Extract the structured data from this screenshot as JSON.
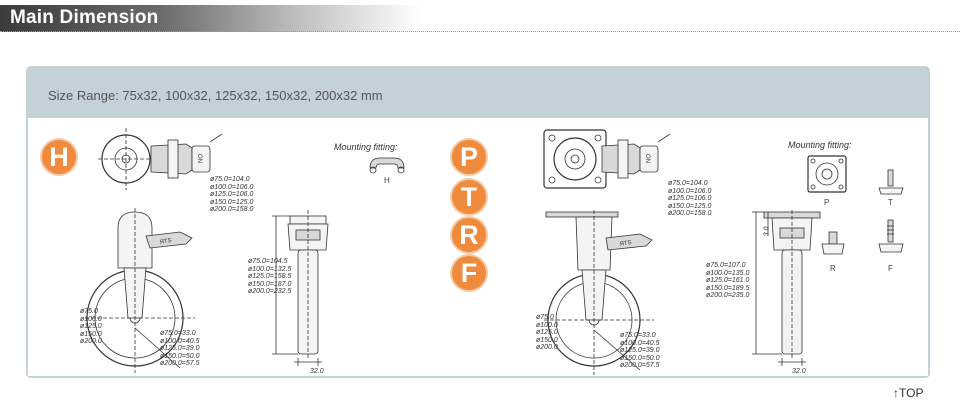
{
  "header": {
    "title": "Main Dimension"
  },
  "size_range": "Size Range: 75x32, 100x32, 125x32, 150x32, 200x32 mm",
  "left": {
    "badge": "H",
    "mounting_label": "Mounting  fitting:",
    "fitting_label": "H",
    "top_table": "ø75.0=104.0\nø100.0=106.0\nø125.0=106.0\nø150.0=125.0\nø200.0=158.0",
    "height_table": "ø75.0=104.5\nø100.0=132.5\nø125.0=158.5\nø150.0=187.0\nø200.0=232.5",
    "wheel_diameters": "ø75.0\nø100.0\nø125.0\nø150.0\nø200.0",
    "offset_table": "ø75.0=33.0\nø100.0=40.5\nø125.0=39.0\nø150.0=50.0\nø200.0=57.5",
    "width_dim": "32.0",
    "brand_text": "ЯTS"
  },
  "right": {
    "badges": [
      "P",
      "T",
      "R",
      "F"
    ],
    "mounting_label": "Mounting  fitting:",
    "fitting_labels": [
      "P",
      "T",
      "R",
      "F"
    ],
    "top_table": "ø75.0=104.0\nø100.0=106.0\nø125.0=106.0\nø150.0=125.0\nø200.0=158.0",
    "height_table": "ø75.0=107.0\nø100.0=135.0\nø125.0=161.0\nø150.0=189.5\nø200.0=235.0",
    "wheel_diameters": "ø75.0\nø100.0\nø125.0\nø150.0\nø200.0",
    "offset_table": "ø75.0=33.0\nø100.0=40.5\nø125.0=39.0\nø150.0=50.0\nø200.0=57.5",
    "width_dim": "32.0",
    "plate_dim": "3.0",
    "brand_text": "ЯTS"
  },
  "footer": {
    "top_link": "↑TOP"
  },
  "colors": {
    "badge": "#f08a3c",
    "panel": "#c4d1d7",
    "header_dark": "#3b3b3b"
  }
}
